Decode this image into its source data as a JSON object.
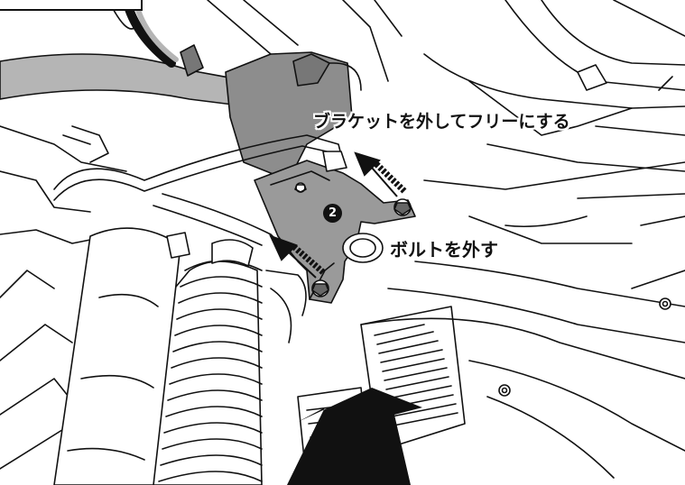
{
  "illustration": {
    "callouts": {
      "bracket_instruction": "ブラケットを外してフリーにする",
      "bolt_instruction": "ボルトを外す"
    },
    "step_number": "2"
  },
  "colors": {
    "line": "#111111",
    "bracket_fill": "#9a9a9a",
    "hose_fill": "#b5b5b5",
    "background": "#ffffff"
  }
}
